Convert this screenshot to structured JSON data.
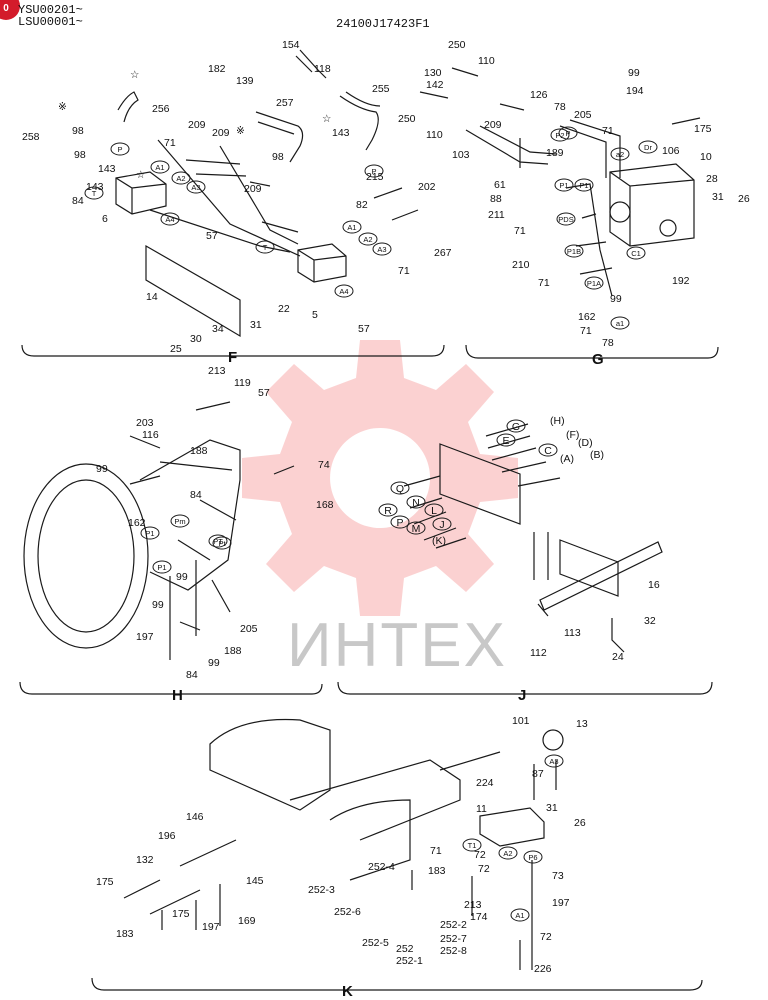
{
  "header": {
    "badge": "0",
    "serial_1": "YSU00201~",
    "serial_2": "LSU00001~",
    "drawing_number": "24100J17423F1"
  },
  "watermark": {
    "text": "ИНТЕХ"
  },
  "colors": {
    "line": "#1a1a1a",
    "watermark": "#f25a5a",
    "badge": "#d31b2b"
  },
  "sections": [
    "F",
    "G",
    "H",
    "J",
    "K"
  ],
  "part_numbers": {
    "F": [
      "154",
      "118",
      "255",
      "182",
      "139",
      "257",
      "256",
      "258",
      "98",
      "143",
      "98",
      "71",
      "209",
      "209",
      "84",
      "143",
      "98",
      "143",
      "6",
      "57",
      "215",
      "202",
      "82",
      "71",
      "267",
      "209",
      "14",
      "22",
      "31",
      "34",
      "30",
      "25",
      "5",
      "57"
    ],
    "G": [
      "250",
      "110",
      "130",
      "142",
      "250",
      "110",
      "209",
      "126",
      "78",
      "205",
      "194",
      "99",
      "175",
      "103",
      "189",
      "71",
      "106",
      "10",
      "28",
      "31",
      "26",
      "61",
      "88",
      "211",
      "71",
      "210",
      "71",
      "192",
      "162",
      "71",
      "99",
      "78"
    ],
    "H": [
      "213",
      "119",
      "57",
      "203",
      "116",
      "188",
      "74",
      "99",
      "84",
      "168",
      "162",
      "99",
      "99",
      "205",
      "197",
      "188",
      "99",
      "84"
    ],
    "J": [
      "16",
      "32",
      "113",
      "112",
      "24"
    ],
    "K": [
      "101",
      "13",
      "224",
      "87",
      "11",
      "31",
      "26",
      "146",
      "196",
      "132",
      "175",
      "145",
      "175",
      "197",
      "169",
      "183",
      "71",
      "252-4",
      "183",
      "72",
      "72",
      "73",
      "252-3",
      "252-6",
      "252-5",
      "252",
      "252-1",
      "252-2",
      "252-7",
      "252-8",
      "213",
      "174",
      "197",
      "72",
      "226"
    ]
  },
  "port_tags": {
    "circled": [
      "P",
      "T",
      "A1",
      "A2",
      "A3",
      "A4",
      "P",
      "A1",
      "A2",
      "A3",
      "A4",
      "T",
      "P",
      "P2",
      "Dr",
      "a2",
      "P1",
      "PDS",
      "P1B",
      "P1A",
      "C1",
      "a1",
      "Pm",
      "P1",
      "PT",
      "Pt",
      "P1",
      "P1",
      "T1",
      "A2",
      "P6",
      "A1",
      "A3"
    ],
    "circled_letters": [
      "G",
      "E",
      "C",
      "Q",
      "N",
      "R",
      "L",
      "P",
      "J",
      "M"
    ],
    "paren_letters": [
      "H",
      "F",
      "D",
      "A",
      "B",
      "K"
    ],
    "marker_star": "☆",
    "marker_note": "※"
  }
}
